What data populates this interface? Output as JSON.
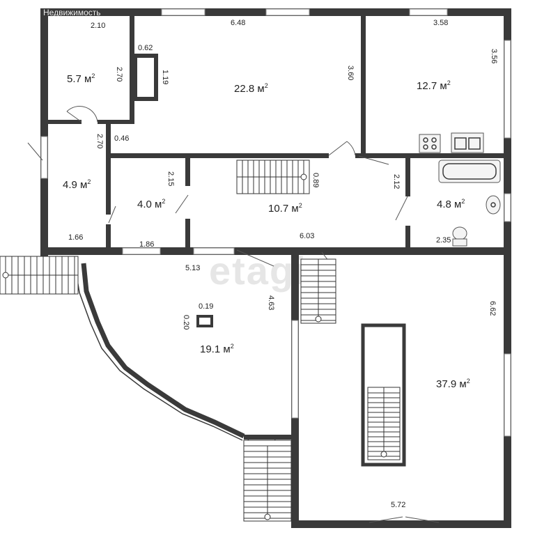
{
  "watermark": {
    "agency": "Недвижимость",
    "brand": "etagi"
  },
  "unit": "м",
  "rooms": [
    {
      "id": "room-a",
      "area": "5.7"
    },
    {
      "id": "room-b",
      "area": "22.8"
    },
    {
      "id": "room-c",
      "area": "12.7"
    },
    {
      "id": "room-d",
      "area": "4.9"
    },
    {
      "id": "room-e",
      "area": "4.0"
    },
    {
      "id": "room-f",
      "area": "10.7"
    },
    {
      "id": "room-g",
      "area": "4.8"
    },
    {
      "id": "room-h",
      "area": "19.1"
    },
    {
      "id": "room-i",
      "area": "37.9"
    }
  ],
  "dimensions": {
    "d1": "2.10",
    "d2": "6.48",
    "d3": "3.58",
    "d4": "0.62",
    "d5": "2.70",
    "d6": "1.19",
    "d7": "3.60",
    "d8": "3.56",
    "d9": "2.70",
    "d10": "0.46",
    "d11": "2.15",
    "d12": "0.89",
    "d13": "2.12",
    "d14": "1.66",
    "d15": "1.86",
    "d16": "6.03",
    "d17": "2.35",
    "d18": "5.13",
    "d19": "0.19",
    "d20": "0.20",
    "d21": "4.63",
    "d22": "6.62",
    "d23": "5.72"
  }
}
